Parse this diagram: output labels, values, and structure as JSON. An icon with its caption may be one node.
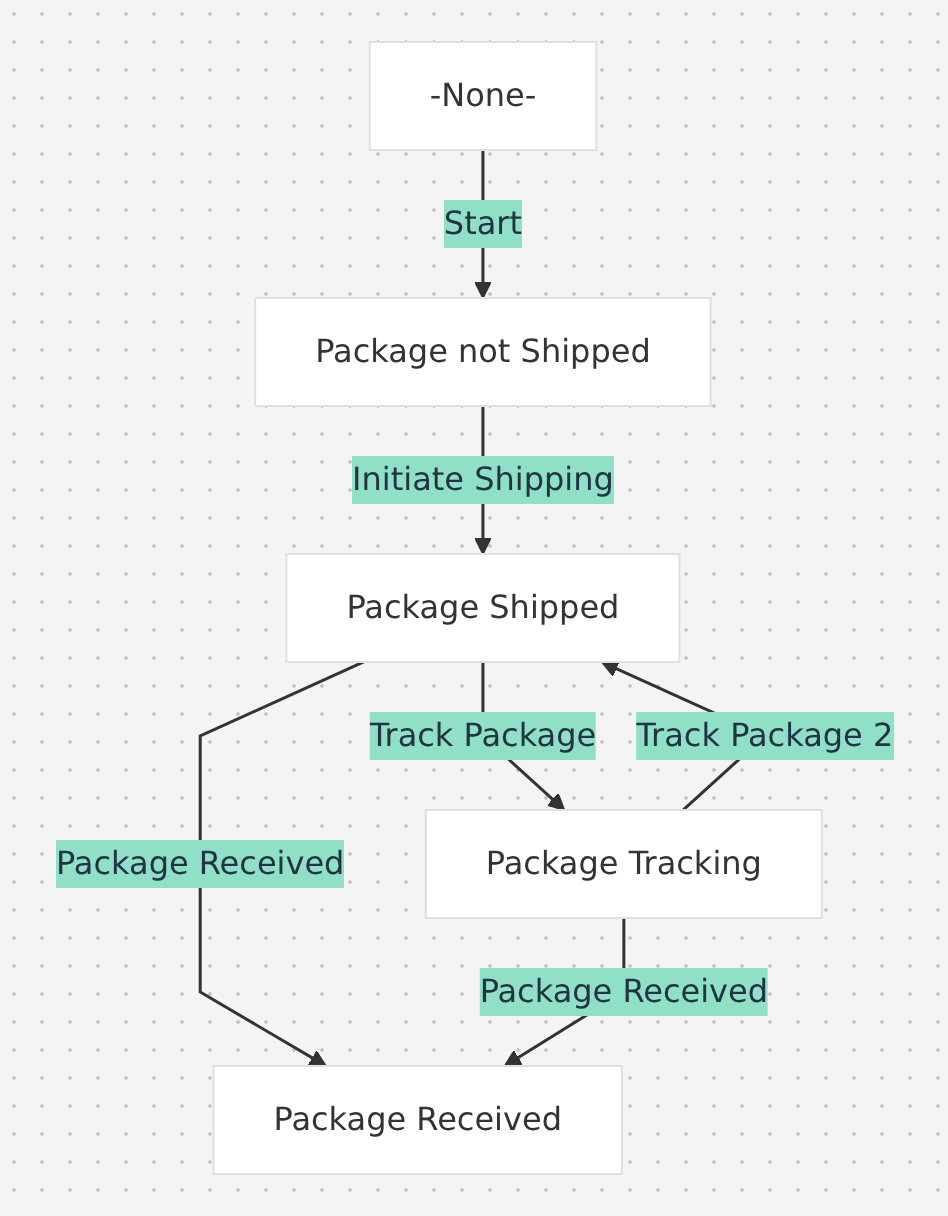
{
  "diagram": {
    "nodes": [
      {
        "text": [
          "-None-"
        ]
      },
      {
        "text": [
          "Package not Shipped"
        ]
      },
      {
        "text": [
          "Package Shipped"
        ]
      },
      {
        "text": [
          "Package Tracking"
        ]
      },
      {
        "text": [
          "Package Received"
        ]
      }
    ],
    "edges": [
      {
        "from": 0,
        "to": 1,
        "arrow": "to",
        "label": "Start"
      },
      {
        "from": 1,
        "to": 2,
        "arrow": "to",
        "label": "Initiate Shipping"
      },
      {
        "from": 2,
        "to": 3,
        "arrow": "to",
        "label": "Track Package"
      },
      {
        "from": 3,
        "to": 2,
        "arrow": "to",
        "label": "Track Package 2"
      },
      {
        "from": 2,
        "to": 4,
        "arrow": "to",
        "label": "Package Received"
      },
      {
        "from": 3,
        "to": 4,
        "arrow": "to",
        "label": "Package Received"
      }
    ]
  }
}
